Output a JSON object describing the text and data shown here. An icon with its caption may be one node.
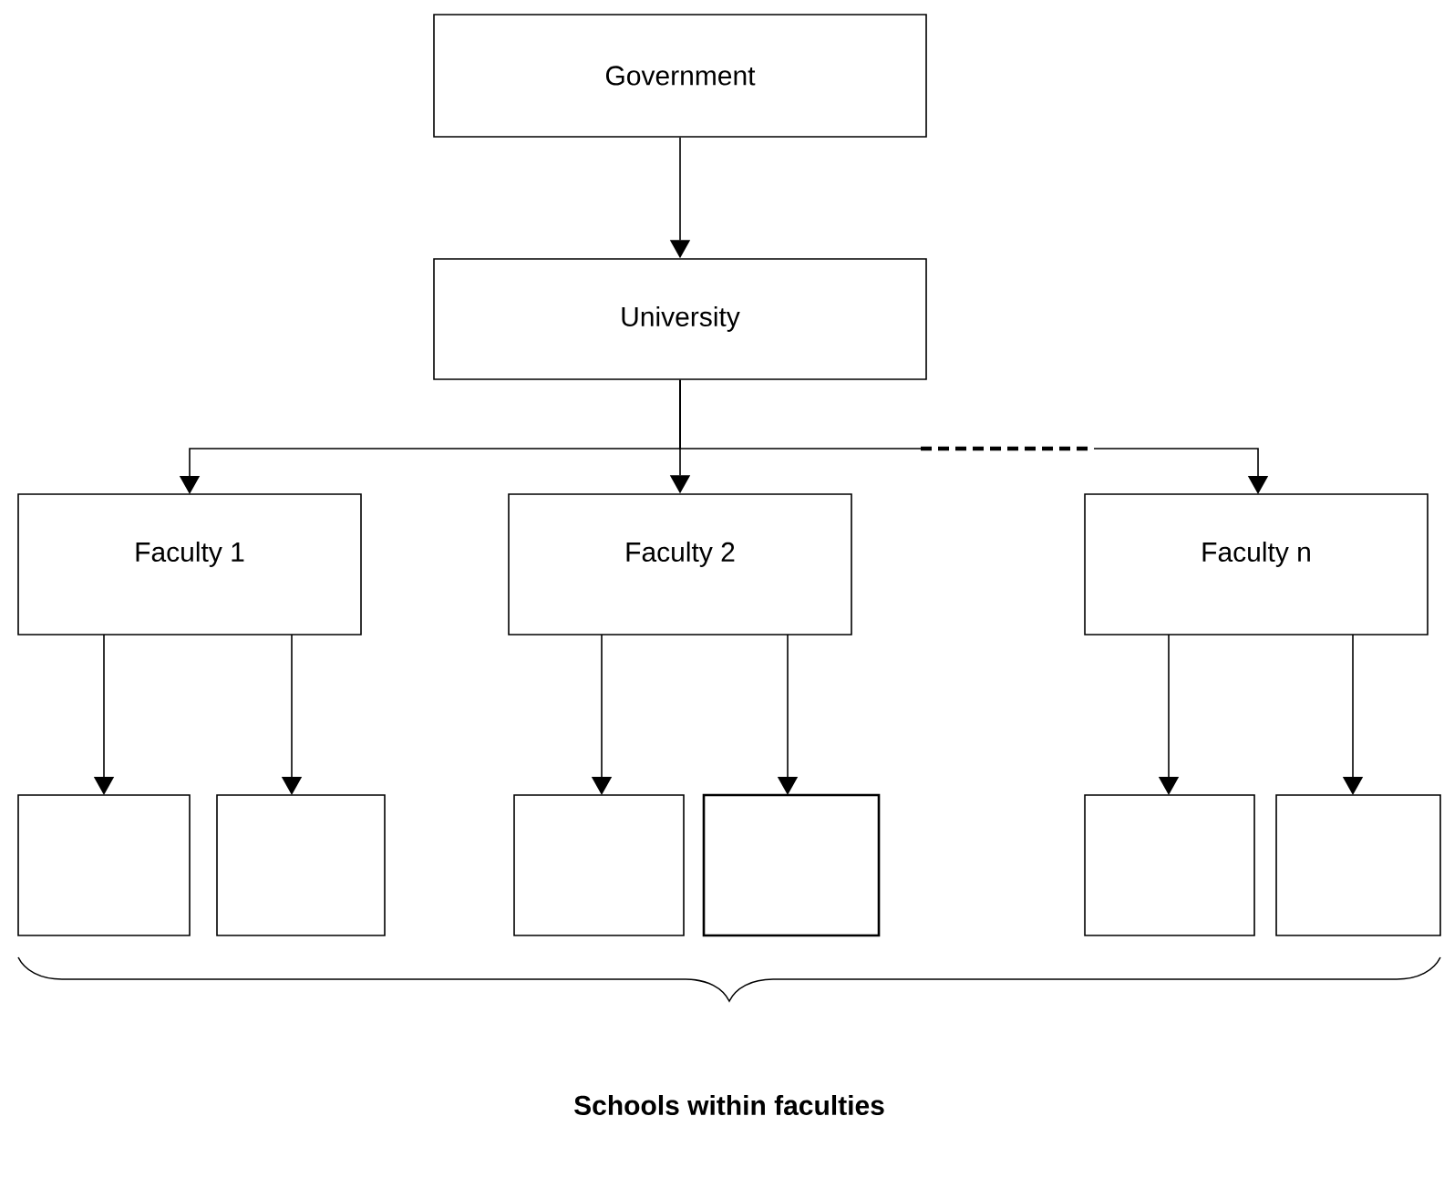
{
  "diagram": {
    "nodes": [
      {
        "text": [
          "Government"
        ]
      },
      {
        "text": [
          "University"
        ]
      },
      {
        "text": [
          "Faculty 1"
        ]
      },
      {
        "text": [
          "Faculty 2"
        ]
      },
      {
        "text": [
          "Faculty n"
        ]
      },
      {
        "text": [],
        "shape": "box"
      },
      {
        "text": [],
        "shape": "box"
      },
      {
        "text": [],
        "shape": "box"
      },
      {
        "text": [],
        "shape": "box"
      },
      {
        "text": [],
        "shape": "box"
      },
      {
        "text": [],
        "shape": "box"
      }
    ],
    "edges": [
      {
        "from": 0,
        "to": 1,
        "arrow": "to"
      },
      {
        "from": 1,
        "to": 2,
        "arrow": "to"
      },
      {
        "from": 1,
        "to": 3,
        "arrow": "to"
      },
      {
        "from": 1,
        "to": 4,
        "arrow": "to"
      },
      {
        "from": 2,
        "to": 5,
        "arrow": "to"
      },
      {
        "from": 2,
        "to": 6,
        "arrow": "to"
      },
      {
        "from": 3,
        "to": 7,
        "arrow": "to"
      },
      {
        "from": 3,
        "to": 8,
        "arrow": "to"
      },
      {
        "from": 4,
        "to": 9,
        "arrow": "to"
      },
      {
        "from": 4,
        "to": 10,
        "arrow": "to"
      }
    ],
    "labels": [
      "**Schools within faculties**"
    ]
  }
}
